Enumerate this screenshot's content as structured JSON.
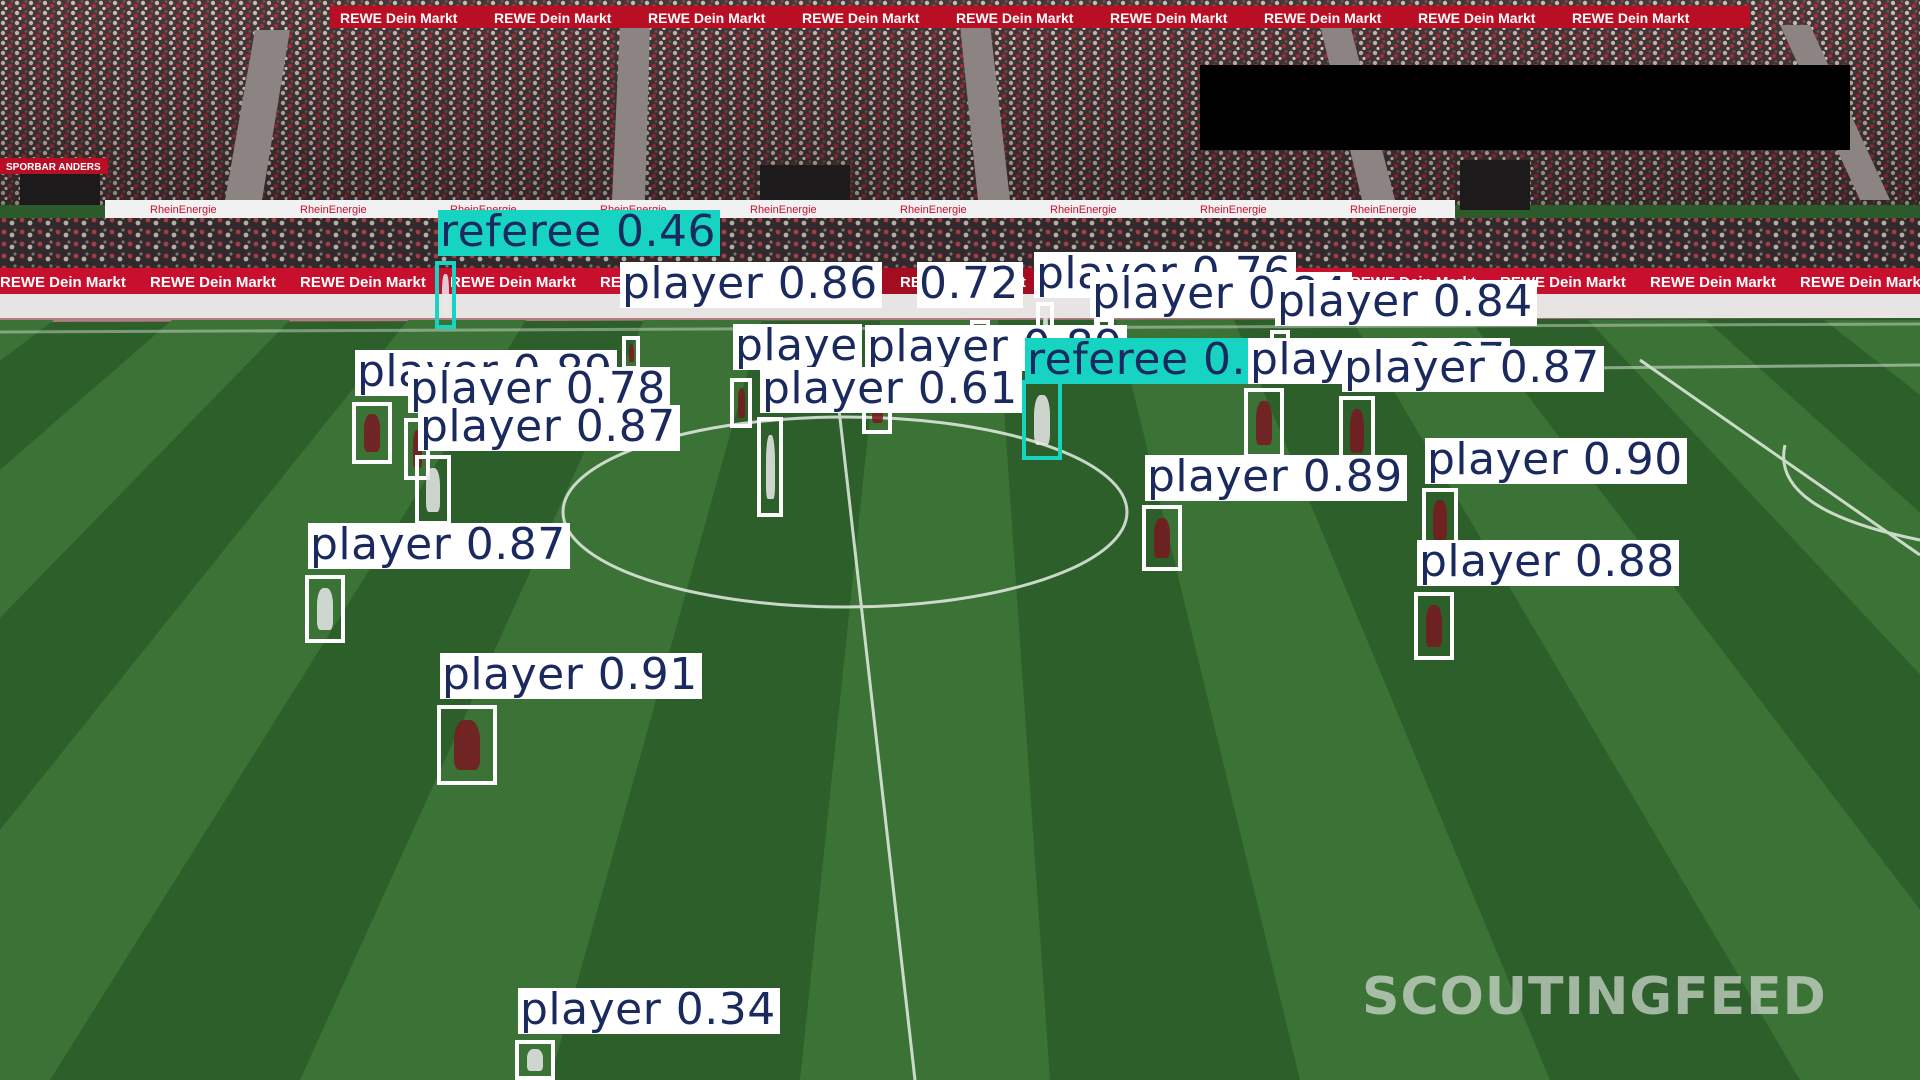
{
  "scene": {
    "banner_text": "REWE Dein Markt",
    "board_text": "RheinEnergie",
    "stand_sign_text": "SPORBAR ANDERS",
    "watermark": "SCOUTINGFEED"
  },
  "colors": {
    "player": "#ffffff",
    "player_text": "#1b2a5e",
    "referee": "#16d4c1",
    "referee_text": "#1b2a5e",
    "pitch_light": "#3b7235",
    "pitch_dark": "#2c5f29",
    "banner_red": "#c8102e"
  },
  "detections": [
    {
      "cls": "referee",
      "text": "referee 0.46"
    },
    {
      "cls": "player",
      "text": "player 0.86"
    },
    {
      "cls": "player",
      "text": "0.72"
    },
    {
      "cls": "player",
      "text": "player 0.76"
    },
    {
      "cls": "player",
      "text": "player 0.84"
    },
    {
      "cls": "player",
      "text": "player 0.84"
    },
    {
      "cls": "player",
      "text": "p"
    },
    {
      "cls": "player",
      "text": "player 0.89"
    },
    {
      "cls": "player",
      "text": "player 0.78"
    },
    {
      "cls": "player",
      "text": "player 0.87"
    },
    {
      "cls": "player",
      "text": "playe"
    },
    {
      "cls": "player",
      "text": "player 0.89"
    },
    {
      "cls": "referee",
      "text": "referee 0.88"
    },
    {
      "cls": "player",
      "text": "player 0.87"
    },
    {
      "cls": "player",
      "text": "player 0.87"
    },
    {
      "cls": "player",
      "text": "player 0.61"
    },
    {
      "cls": "player",
      "text": "player 0.89"
    },
    {
      "cls": "player",
      "text": "player 0.90"
    },
    {
      "cls": "player",
      "text": "player 0.87"
    },
    {
      "cls": "player",
      "text": "player 0.88"
    },
    {
      "cls": "player",
      "text": "player 0.91"
    },
    {
      "cls": "player",
      "text": "player 0.34"
    }
  ]
}
